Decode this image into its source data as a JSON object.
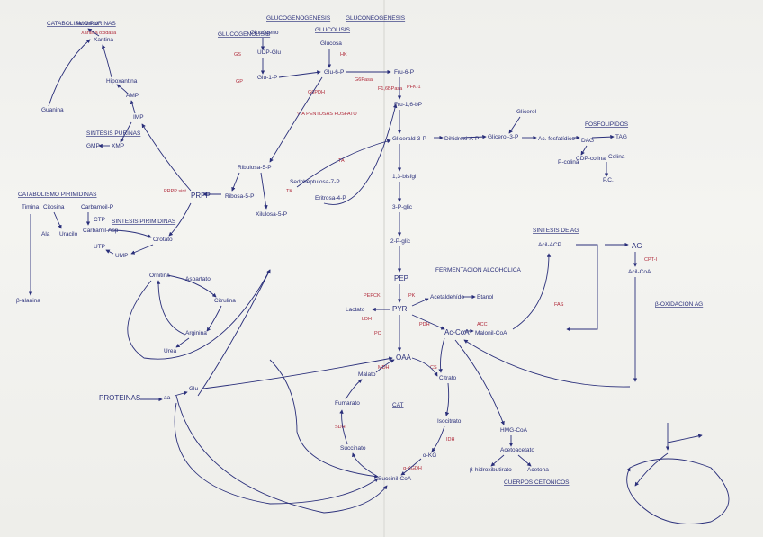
{
  "colors": {
    "ink_blue": "#2a2f7a",
    "ink_red": "#b02a3a",
    "paper": "#efefec"
  },
  "headers": {
    "glucogenolisis": "GLUCOGENOLISIS",
    "glucogenogenesis": "GLUCOGENOGENESIS",
    "glucolisis": "GLUCOLISIS",
    "gluconeogenesis": "GLUCONEOGENESIS",
    "catabolismo_purinas": "CATABOLISMO PURINAS",
    "sintesis_purinas": "SINTESIS PURINAS",
    "catabolismo_pirimidinas": "CATABOLISMO PIRIMIDINAS",
    "sintesis_pirimidinas": "SINTESIS PIRIMIDINAS",
    "via_pentosas": "VIA PENTOSAS FOSFATO",
    "fermentacion": "FERMENTACION ALCOHOLICA",
    "sintesis_ag": "SINTESIS DE AG",
    "beta_oxidacion": "β-OXIDACION AG",
    "cat": "CAT",
    "cuerpos_cetonicos": "CUERPOS CETONICOS",
    "proteinas": "PROTEINAS",
    "fosfolipidos": "FOSFOLIPIDOS"
  },
  "nodes": {
    "glucosa": "Glucosa",
    "glucosa_6p_top": "Glucosa",
    "glu_6p": "Glu-6-P",
    "glu_1p": "Glu-1-P",
    "udp_glu": "UDP-Glu",
    "glucogeno": "Glucógeno",
    "fru_6p": "Fru-6-P",
    "fru_16bp": "Fru-1,6-bP",
    "gliceral_3p": "Glicerald-3-P",
    "dhap": "Dihidroxi-A-P",
    "bpg": "1,3-bisfgl",
    "pg3": "3-P-glic",
    "pg2": "2-P-glic",
    "pep": "PEP",
    "pir": "PYR",
    "acetaldehido": "Acetaldehído",
    "etanol": "Etanol",
    "lactato": "Lactato",
    "acetil_coa": "Ac-CoA",
    "oaa": "OAA",
    "citrato": "Citrato",
    "isocitrato": "Isocitrato",
    "akg": "α-KG",
    "succinil_coa": "Succinil-CoA",
    "succinato": "Succinato",
    "fumarato": "Fumarato",
    "malato": "Malato",
    "ribulosa_5p": "Ribulosa-5-P",
    "ribosa_5p": "Ribosa-5-P",
    "xilulosa_5p": "Xilulosa-5-P",
    "sedoheptulosa": "Sedoheptulosa-7-P",
    "eritrosa": "Eritrosa-4-P",
    "prpp": "PRPP",
    "imp": "IMP",
    "amp": "AMP",
    "gmp": "GMP",
    "xmp": "XMP",
    "ac_urico": "Ac. úrico",
    "xantina": "Xantina",
    "hipoxantina": "Hipoxantina",
    "guanina": "Guanina",
    "timina": "Timina",
    "citosina": "Citosina",
    "uracilo": "Uracilo",
    "b_alanina": "β-alanina",
    "carbamoil_p": "Carbamoil-P",
    "aspartato": "Aspartato",
    "carbamil": "Carbamil-Asp",
    "orotato": "Orotato",
    "ump": "UMP",
    "utp": "UTP",
    "ctp": "CTP",
    "glicerol": "Glicerol",
    "glicerol_3p": "Glicerol-3-P",
    "ac_fosfatidico": "Ac. fosfatídico",
    "dag": "DAG",
    "tag": "TAG",
    "ag": "AG",
    "acil_coa": "Acil-CoA",
    "malonil_coa": "Malonil-CoA",
    "acil_acp": "Acil-ACP",
    "cetona": "Acetoacetato",
    "hidroxibutirato": "β-hidroxibutirato",
    "acetona": "Acetona",
    "hmg_coa": "HMG-CoA",
    "alanina": "Ala",
    "glutamato": "Glu",
    "aminoacidos": "aa",
    "urea": "Urea",
    "ornitina": "Ornitina",
    "citrulina": "Citrulina",
    "arginina": "Arginina",
    "colina": "Colina",
    "cdp_colina": "CDP-colina",
    "p_colina": "P-colina",
    "pc": "P.C."
  },
  "enzymes": {
    "hexoquinasa": "HK",
    "pfk": "PFK-1",
    "piruvato_quinasa": "PK",
    "pdh": "PDH",
    "g6pdh": "G6PDH",
    "glucogeno_fosforilasa": "GP",
    "glucogeno_sintasa": "GS",
    "ldh": "LDH",
    "cs": "CS",
    "idh": "IDH",
    "akgdh": "α-KGDH",
    "sdh": "SDH",
    "mdh": "MDH",
    "acc": "ACC",
    "fas": "FAS",
    "cpt1": "CPT-I",
    "prpp_sintetasa": "PRPP sint.",
    "xantina_oxidasa": "Xantina oxidasa",
    "tk": "TK",
    "ta": "TA",
    "pc": "PC",
    "pepck": "PEPCK",
    "g6pasa": "G6Pasa",
    "f16bpasa": "F1,6BPasa"
  }
}
